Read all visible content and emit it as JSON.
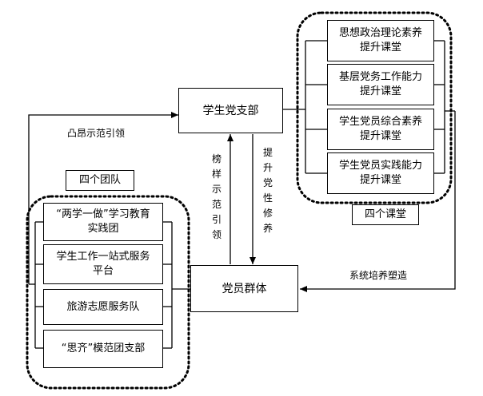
{
  "nodes": {
    "branch": "学生党支部",
    "members": "党员群体"
  },
  "courses": [
    "思想政治理论素养提升课堂",
    "基层党务工作能力提升课堂",
    "学生党员综合素养提升课堂",
    "学生党员实践能力提升课堂"
  ],
  "teams": [
    "“两学一做”学习教育实践团",
    "学生工作一站式服务平台",
    "旅游志愿服务队",
    "“思齐”模范团支部"
  ],
  "labels": {
    "courses_group": "四个课堂",
    "teams_group": "四个团队",
    "left_arrow": "凸昂示范引领",
    "right_arrow": "系统培养塑造",
    "up_arrow": "榜样示范引领",
    "down_arrow": "提升党性修养"
  }
}
